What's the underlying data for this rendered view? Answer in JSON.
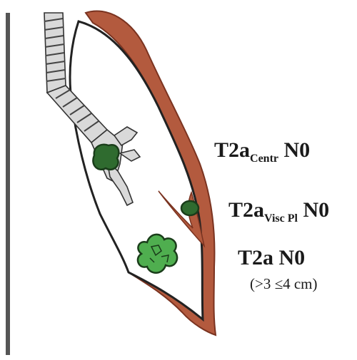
{
  "labels": [
    {
      "main": "T2a",
      "sub": "Centr",
      "suffix": " N0"
    },
    {
      "main": "T2a",
      "sub": "Visc Pl",
      "suffix": " N0"
    },
    {
      "main": "T2a N0",
      "sub": "",
      "suffix": ""
    },
    {
      "main": "(>3 ≤4 cm)",
      "sub": "",
      "suffix": ""
    }
  ],
  "colors": {
    "pleura": "#b35a3e",
    "pleura_dark": "#7a3320",
    "tumor": "#3e8e3e",
    "tumor_dark": "#1a3d1a",
    "outline": "#222222",
    "trachea": "#555555"
  }
}
